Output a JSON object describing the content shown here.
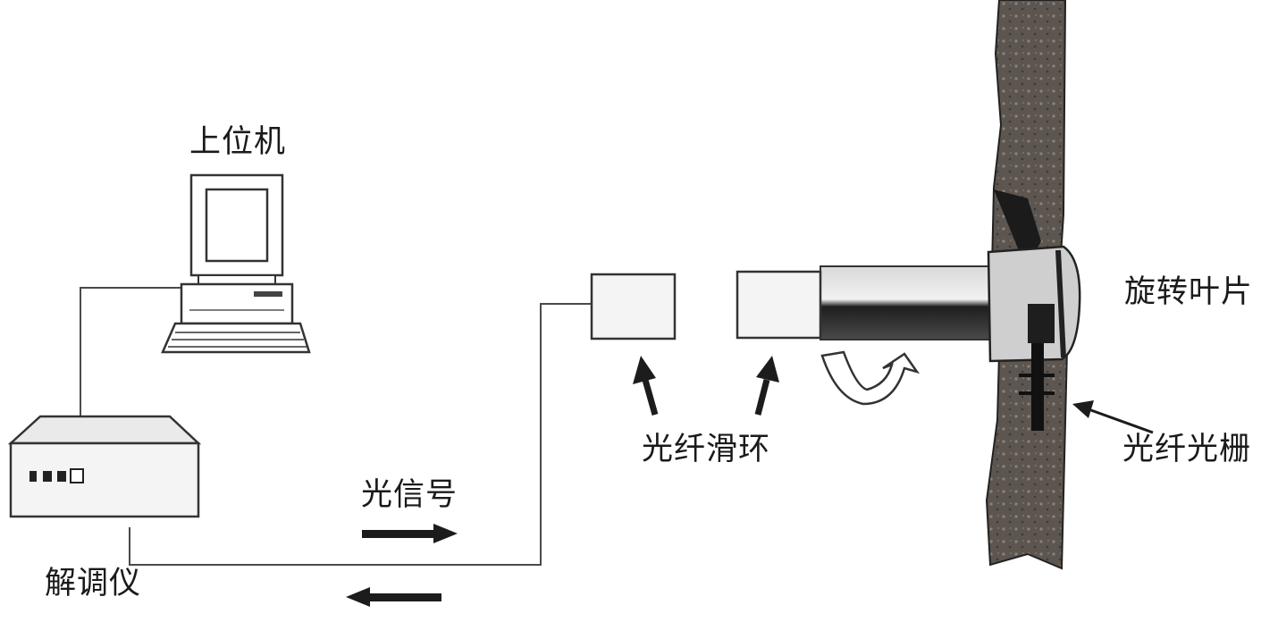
{
  "labels": {
    "host_computer": "上位机",
    "demodulator": "解调仪",
    "optical_signal": "光信号",
    "fiber_slip_ring": "光纤滑环",
    "rotating_blade": "旋转叶片",
    "fiber_grating": "光纤光栅"
  },
  "colors": {
    "line": "#4a4a4a",
    "device_fill": "#f4f4f4",
    "blade_fill": "#5b554f",
    "arrow": "#1c1c1c"
  }
}
